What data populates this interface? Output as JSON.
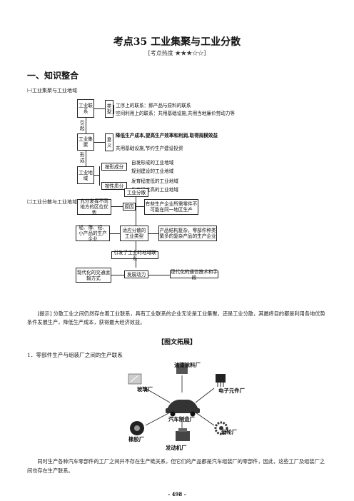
{
  "title": "考点35 工业集聚与工业分散",
  "heat": "[考点热度   ★★★☆☆]",
  "section1": "一、知识整合",
  "sub1": "㈠工业集聚与工业地域",
  "d1": {
    "b1": "工业联系",
    "b_type": "类型",
    "type1": "工序上的联系：即产品与原料的联系",
    "type2": "空间利用上的联系：共用基础设施,共用当地廉价劳动力等",
    "lead": "引起",
    "b2": "工业集聚",
    "b_sig": "意义",
    "sig1": "降低生产成本,提高生产效率和利润,取得规模效益",
    "sig2": "共用基础设施,节约生产建设投资",
    "form": "形成",
    "b3": "工业地域",
    "by_form": "按形成分",
    "f1": "自发形成的工业地域",
    "f2": "规划建设的工业地域",
    "by_nature": "按性质分",
    "n1": "发育程度低的工业地域",
    "n2": "发育程度高的工业地域"
  },
  "sub2": "㈡工业分散与工业地域联系",
  "d2": {
    "top": "工业分散",
    "left1": "充分发挥不同地方的区位优势",
    "reason": "原因",
    "right1": "有些生产企业所需零件不可能在同一地区生产",
    "left2": "轻、薄、短、小产品的生产企业",
    "mid2": "适应分散的工业类型",
    "right2": "产品结构复杂，零部件种类繁多的复杂产品的生产企业",
    "link": "引发了工业的地域联系",
    "left3": "现代化的交通运输方式",
    "drive": "发展动力",
    "right3": "现代化的通信技术和手段"
  },
  "note": "[提示] 分散工业之间仍然存在着工业联系，具有工业联系的企业无论是工业集聚，还是工业分散，其最终目的都是利用各地优势条件发展生产，降低生产成本，获得最大经济效益。",
  "expand": "【图文拓展】",
  "item1": "1．零部件生产与组装厂之间的生产联系",
  "factories": {
    "paint": "油漆涂料厂",
    "glass": "玻璃厂",
    "center": "汽车制造厂",
    "electronic": "电子元件厂",
    "rubber": "橡胶厂",
    "gear": "齿轮厂",
    "engine": "发动机厂"
  },
  "para2": "同时生产各种汽车零部件的工厂之间并不存在生产链关系，但它们的产品都是汽车组装厂的零部件，因此，这些工厂及组装厂之间也存在生产联系。",
  "page_no": "- 498 -"
}
